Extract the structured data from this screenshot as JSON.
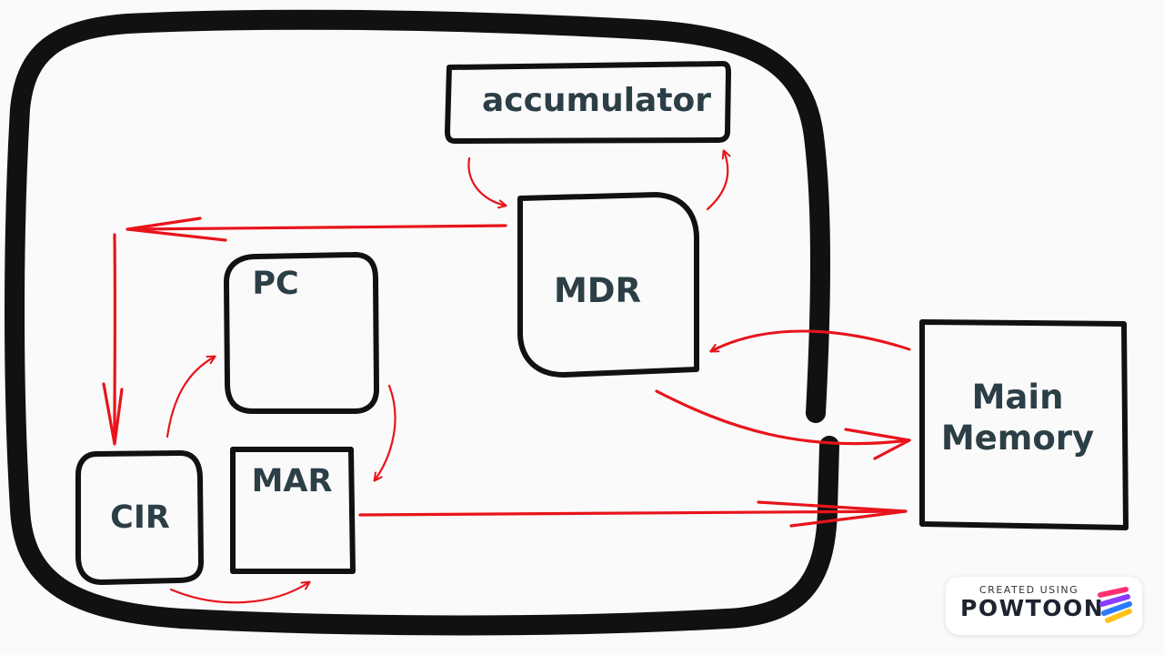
{
  "diagram": {
    "components": {
      "accumulator": "accumulator",
      "mdr": "MDR",
      "pc": "PC",
      "cir": "CIR",
      "mar": "MAR",
      "main_memory_line1": "Main",
      "main_memory_line2": "Memory"
    },
    "colors": {
      "outline": "#111111",
      "arrow": "#e8141b",
      "label": "#2c3e46",
      "background": "#fafafa"
    }
  },
  "watermark": {
    "top_text": "CREATED USING",
    "brand": "POWTOON",
    "logo_icon": "powtoon-logo-icon"
  }
}
